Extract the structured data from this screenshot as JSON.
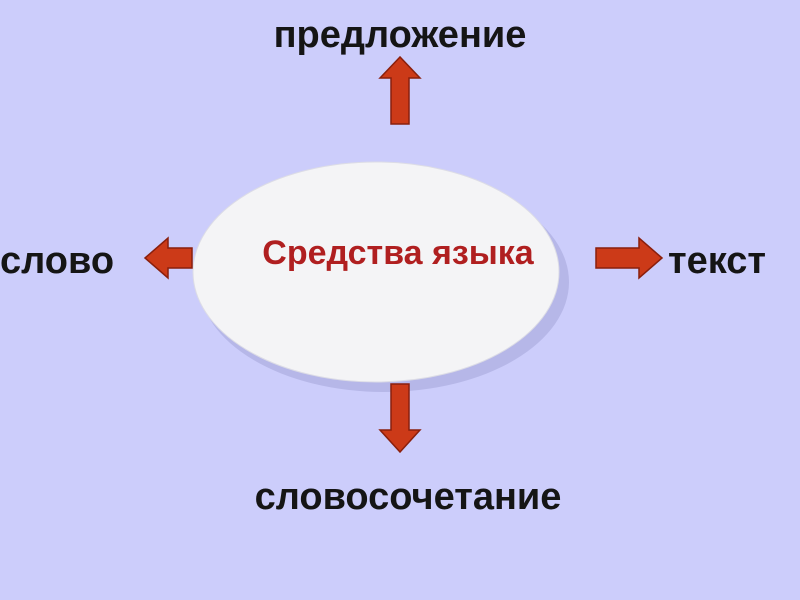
{
  "diagram": {
    "center": {
      "label": "Средства языка"
    },
    "nodes": {
      "top": "предложение",
      "left": "слово",
      "right": "текст",
      "bottom": "словосочетание"
    }
  },
  "colors": {
    "background": "#cccdfb",
    "ellipse_fill": "#f4f4f6",
    "arrow_fill": "#cc3a18",
    "arrow_stroke": "#8a1f0c",
    "center_text": "#b01f20",
    "node_text": "#151515"
  }
}
